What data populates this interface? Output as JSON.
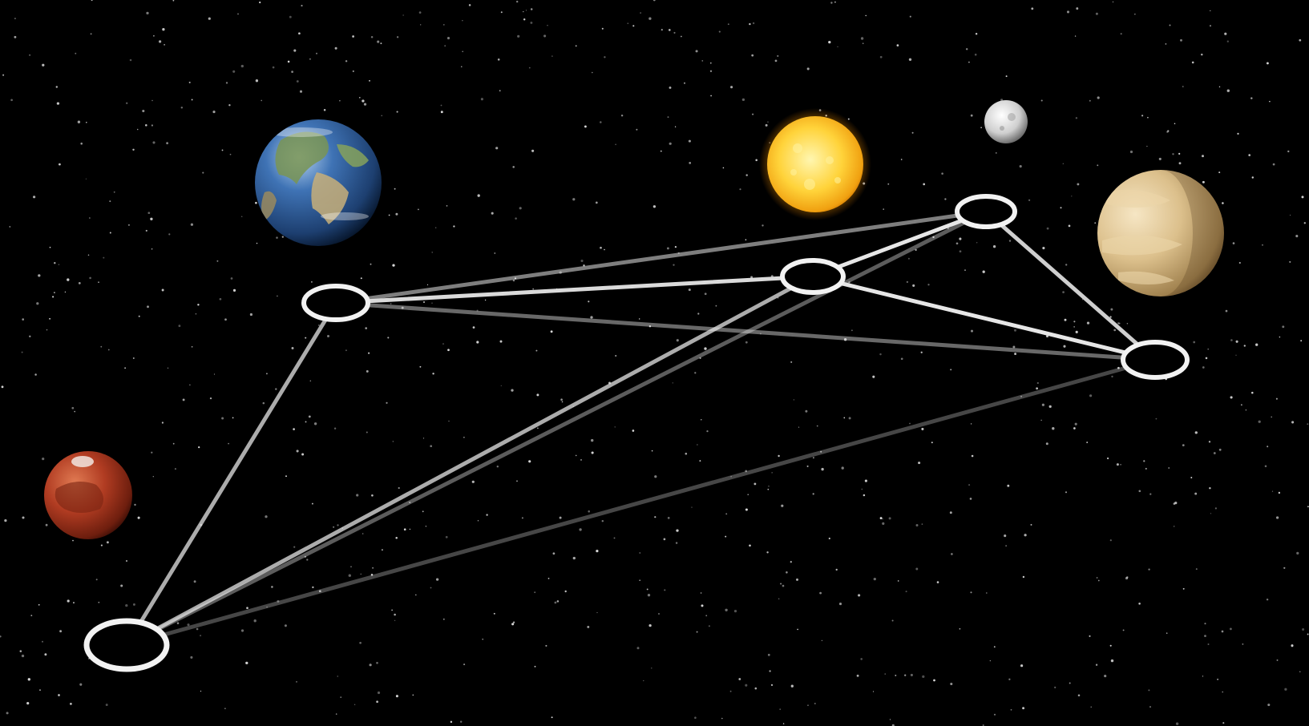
{
  "scene": {
    "background_color": "#000000",
    "star_color": "#d8d8d8",
    "line_color": "#e6e6e6",
    "node_stroke_color": "#f2f2f2"
  },
  "planets": [
    {
      "id": "earth",
      "icon": "earth-icon",
      "base": "#2e5d9c",
      "highlight": "#9fc4e8",
      "shade": "#0b1f3d"
    },
    {
      "id": "sun",
      "icon": "sun-icon",
      "base": "#f7b81b",
      "highlight": "#fff4a8",
      "shade": "#d98a05"
    },
    {
      "id": "moon",
      "icon": "moon-icon",
      "base": "#c9c9c9",
      "highlight": "#ffffff",
      "shade": "#6e6e6e"
    },
    {
      "id": "venus",
      "icon": "venus-icon",
      "base": "#d9bd8a",
      "highlight": "#f3e2c0",
      "shade": "#7a5c32"
    },
    {
      "id": "mars",
      "icon": "mars-icon",
      "base": "#b33a22",
      "highlight": "#e0704a",
      "shade": "#4a1208"
    }
  ],
  "nodes": [
    {
      "id": "node-1"
    },
    {
      "id": "node-2"
    },
    {
      "id": "node-3"
    },
    {
      "id": "node-4"
    },
    {
      "id": "node-5"
    }
  ],
  "edges": [
    {
      "from": "node-1",
      "to": "node-3",
      "opacity": 0.95
    },
    {
      "from": "node-1",
      "to": "node-2",
      "opacity": 0.55
    },
    {
      "from": "node-1",
      "to": "node-4",
      "opacity": 0.45
    },
    {
      "from": "node-1",
      "to": "node-5",
      "opacity": 0.75
    },
    {
      "from": "node-3",
      "to": "node-2",
      "opacity": 1.0
    },
    {
      "from": "node-3",
      "to": "node-4",
      "opacity": 1.0
    },
    {
      "from": "node-3",
      "to": "node-5",
      "opacity": 0.75
    },
    {
      "from": "node-2",
      "to": "node-4",
      "opacity": 0.9
    },
    {
      "from": "node-2",
      "to": "node-5",
      "opacity": 0.4
    },
    {
      "from": "node-4",
      "to": "node-5",
      "opacity": 0.3
    }
  ]
}
